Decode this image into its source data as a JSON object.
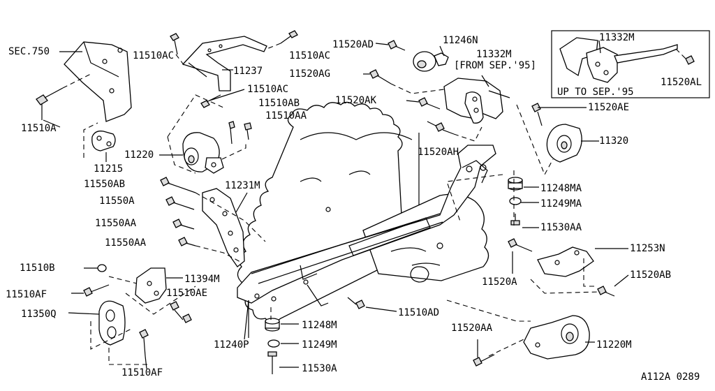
{
  "diagram": {
    "labels": {
      "sec750": "SEC.750",
      "l11510ac_a": "11510AC",
      "l11510ac_b": "11510AC",
      "l11510ac_c": "11510AC",
      "l11237": "11237",
      "l11510ab": "11510AB",
      "l11510aa": "11510AA",
      "l11510a": "11510A",
      "l11215": "11215",
      "l11220": "11220",
      "l11550ab": "11550AB",
      "l11550a": "11550A",
      "l11550aa_a": "11550AA",
      "l11550aa_b": "11550AA",
      "l11231m": "11231M",
      "l11520ad": "11520AD",
      "l11246n": "11246N",
      "l11332m_a": "11332M",
      "from_sep95": "[FROM SEP.'95]",
      "l11520ag": "11520AG",
      "l11520ak": "11520AK",
      "l11520ah": "11520AH",
      "l11332m_b": "11332M",
      "l11520al": "11520AL",
      "up_to_sep95": "UP TO SEP.'95",
      "l11520ae": "11520AE",
      "l11320": "11320",
      "l11248ma": "11248MA",
      "l11249ma": "11249MA",
      "l11530aa": "11530AA",
      "l11253n": "11253N",
      "l11520a": "11520A",
      "l11520ab": "11520AB",
      "l11510b": "11510B",
      "l11394m": "11394M",
      "l11510af_a": "11510AF",
      "l11510ae": "11510AE",
      "l11350q": "11350Q",
      "l11510af_b": "11510AF",
      "l11510ad": "11510AD",
      "l11248m": "11248M",
      "l11249m": "11249M",
      "l11530a": "11530A",
      "l11240p": "11240P",
      "l11520aa": "11520AA",
      "l11220m": "11220M",
      "ref_code": "A112A 0289"
    }
  }
}
